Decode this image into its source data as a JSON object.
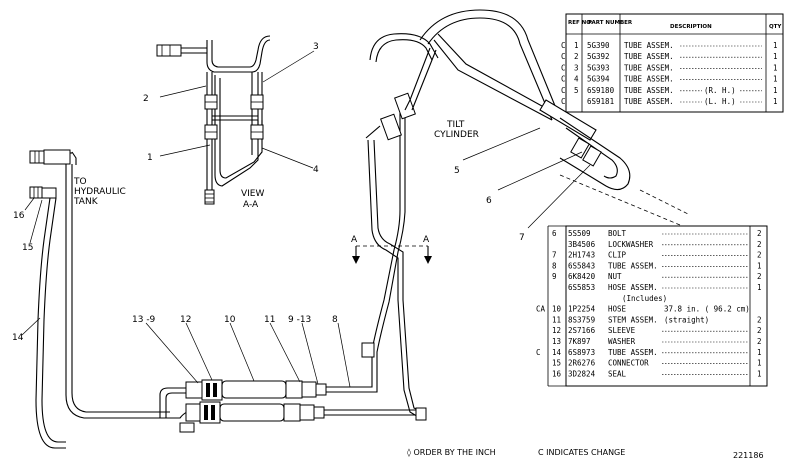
{
  "callouts": {
    "c1": "1",
    "c2": "2",
    "c3": "3",
    "c4": "4",
    "c5": "5",
    "c6": "6",
    "c7": "7",
    "c8": "8",
    "c9_13": "9 -13",
    "c10": "10",
    "c11": "11",
    "c12": "12",
    "c13_9": "13 -9",
    "c14": "14",
    "c15": "15",
    "c16": "16"
  },
  "labels": {
    "view_line1": "VIEW",
    "view_line2": "A-A",
    "hyd_line1": "TO",
    "hyd_line2": "HYDRAULIC",
    "hyd_line3": "TANK",
    "tilt_line1": "TILT",
    "tilt_line2": "CYLINDER",
    "section_a_left": "A",
    "section_a_right": "A"
  },
  "footer": {
    "order_note": "◊ ORDER BY THE INCH",
    "change_note": "C INDICATES CHANGE",
    "drawing_number": "221186"
  },
  "table_top": {
    "headers": {
      "ref": "REF NO.",
      "part": "PART NUMBER",
      "desc": "DESCRIPTION",
      "qty": "QTY"
    },
    "rows": [
      {
        "c": "C",
        "ref": "1",
        "part": "5G390",
        "desc": "TUBE ASSEM.",
        "qty": "1"
      },
      {
        "c": "C",
        "ref": "2",
        "part": "5G392",
        "desc": "TUBE ASSEM.",
        "qty": "1"
      },
      {
        "c": "C",
        "ref": "3",
        "part": "5G393",
        "desc": "TUBE ASSEM.",
        "qty": "1"
      },
      {
        "c": "C",
        "ref": "4",
        "part": "5G394",
        "desc": "TUBE ASSEM.",
        "qty": "1"
      },
      {
        "c": "C",
        "ref": "5",
        "part": "6S9180",
        "desc": "TUBE ASSEM.",
        "note": "(R. H.)",
        "qty": "1"
      },
      {
        "c": "C",
        "ref": "",
        "part": "6S9181",
        "desc": "TUBE ASSEM.",
        "note": "(L. H.)",
        "qty": "1"
      }
    ]
  },
  "table_bottom": {
    "rows": [
      {
        "c": "",
        "ref": "6",
        "part": "5S509",
        "desc": "BOLT",
        "qty": "2"
      },
      {
        "c": "",
        "ref": "",
        "part": "3B4506",
        "desc": "LOCKWASHER",
        "qty": "2"
      },
      {
        "c": "",
        "ref": "7",
        "part": "2H1743",
        "desc": "CLIP",
        "qty": "2"
      },
      {
        "c": "",
        "ref": "8",
        "part": "6S5843",
        "desc": "TUBE ASSEM.",
        "qty": "1"
      },
      {
        "c": "",
        "ref": "9",
        "part": "6K8420",
        "desc": "NUT",
        "qty": "2"
      },
      {
        "c": "",
        "ref": "",
        "part": "6S5853",
        "desc": "HOSE ASSEM.",
        "qty": "1"
      },
      {
        "c": "",
        "ref": "",
        "part": "",
        "desc": "(Includes)",
        "qty": ""
      },
      {
        "c": "CA",
        "ref": "10",
        "part": "1P2254",
        "desc": "HOSE",
        "note": "37.8 in. ( 96.2 cm)",
        "qty": ""
      },
      {
        "c": "",
        "ref": "11",
        "part": "8S3759",
        "desc": "STEM ASSEM.",
        "note": "(straight)",
        "qty": "2"
      },
      {
        "c": "",
        "ref": "12",
        "part": "2S7166",
        "desc": "SLEEVE",
        "qty": "2"
      },
      {
        "c": "",
        "ref": "13",
        "part": "7K897",
        "desc": "WASHER",
        "qty": "2"
      },
      {
        "c": "C",
        "ref": "14",
        "part": "6S8973",
        "desc": "TUBE ASSEM.",
        "qty": "1"
      },
      {
        "c": "",
        "ref": "15",
        "part": "2R6276",
        "desc": "CONNECTOR",
        "qty": "1"
      },
      {
        "c": "",
        "ref": "16",
        "part": "3D2824",
        "desc": "SEAL",
        "qty": "1"
      }
    ]
  }
}
